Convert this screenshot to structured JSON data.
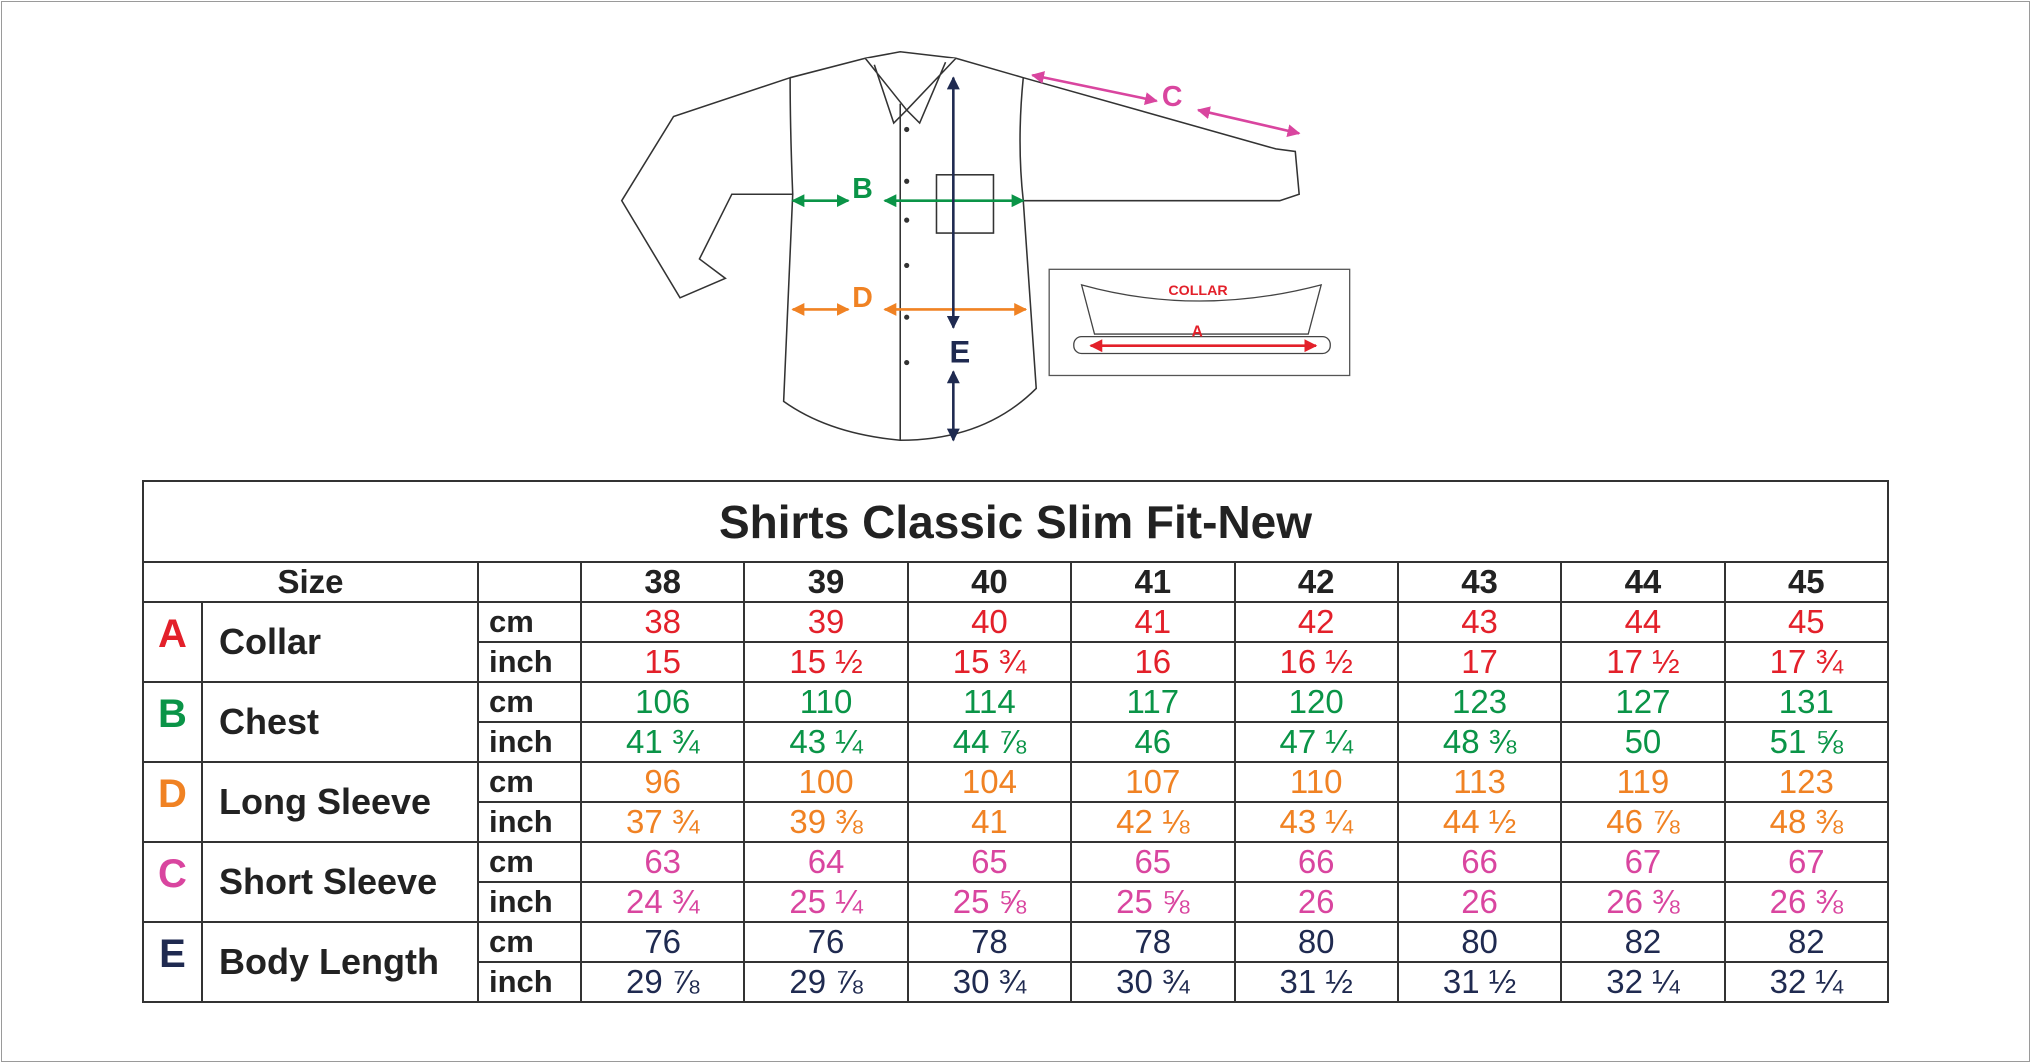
{
  "title": "Shirts Classic Slim Fit-New",
  "diagram": {
    "labels": {
      "A": "A",
      "B": "B",
      "C": "C",
      "D": "D",
      "E": "E"
    },
    "collar_caption": "COLLAR"
  },
  "colors": {
    "A": "#e3202a",
    "B": "#0a9447",
    "D": "#f08223",
    "C": "#d9459f",
    "E": "#1f2a50"
  },
  "header": {
    "size_label": "Size",
    "sizes": [
      "38",
      "39",
      "40",
      "41",
      "42",
      "43",
      "44",
      "45"
    ]
  },
  "rows": [
    {
      "letter": "A",
      "label": "Collar",
      "cm_label": "cm",
      "inch_label": "inch",
      "cm": [
        "38",
        "39",
        "40",
        "41",
        "42",
        "43",
        "44",
        "45"
      ],
      "inch": [
        "15",
        "15 ½",
        "15 ¾",
        "16",
        "16 ½",
        "17",
        "17 ½",
        "17 ¾"
      ]
    },
    {
      "letter": "B",
      "label": "Chest",
      "cm_label": "cm",
      "inch_label": "inch",
      "cm": [
        "106",
        "110",
        "114",
        "117",
        "120",
        "123",
        "127",
        "131"
      ],
      "inch": [
        "41 ¾",
        "43 ¼",
        "44 ⅞",
        "46",
        "47 ¼",
        "48 ⅜",
        "50",
        "51 ⅝"
      ]
    },
    {
      "letter": "D",
      "label": "Long Sleeve",
      "cm_label": "cm",
      "inch_label": "inch",
      "cm": [
        "96",
        "100",
        "104",
        "107",
        "110",
        "113",
        "119",
        "123"
      ],
      "inch": [
        "37 ¾",
        "39 ⅜",
        "41",
        "42 ⅛",
        "43 ¼",
        "44 ½",
        "46 ⅞",
        "48 ⅜"
      ]
    },
    {
      "letter": "C",
      "label": "Short Sleeve",
      "cm_label": "cm",
      "inch_label": "inch",
      "cm": [
        "63",
        "64",
        "65",
        "65",
        "66",
        "66",
        "67",
        "67"
      ],
      "inch": [
        "24 ¾",
        "25 ¼",
        "25 ⅝",
        "25 ⅝",
        "26",
        "26",
        "26 ⅜",
        "26 ⅜"
      ]
    },
    {
      "letter": "E",
      "label": "Body Length",
      "cm_label": "cm",
      "inch_label": "inch",
      "cm": [
        "76",
        "76",
        "78",
        "78",
        "80",
        "80",
        "82",
        "82"
      ],
      "inch": [
        "29 ⅞",
        "29 ⅞",
        "30 ¾",
        "30 ¾",
        "31 ½",
        "31 ½",
        "32 ¼",
        "32 ¼"
      ]
    }
  ]
}
